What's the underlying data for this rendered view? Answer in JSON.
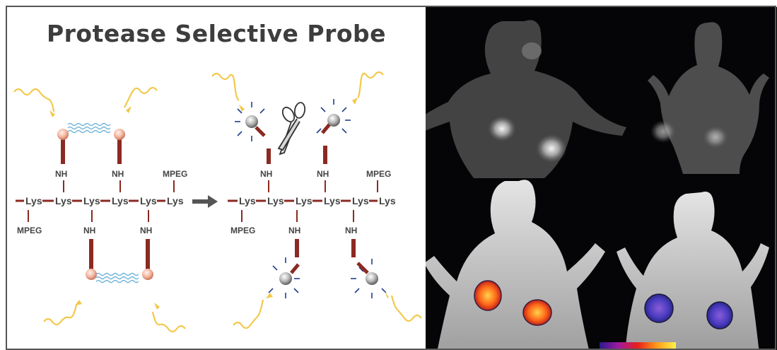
{
  "title": "Protease Selective Probe",
  "backbone_unit": "Lys",
  "amine_label": "NH",
  "peg_label": "MPEG",
  "colors": {
    "title": "#3d3d3d",
    "backbone": "#8b2a22",
    "fluorophore": "#f2b3a0",
    "quencher_link": "#6fb4d8",
    "light_wave": "#f2c94c",
    "panel_background": "#050507"
  },
  "icons": [
    "scissors-icon",
    "activated-fluorophore-icon",
    "light-wave-icon",
    "arrow-icon",
    "colorbar-icon"
  ]
}
